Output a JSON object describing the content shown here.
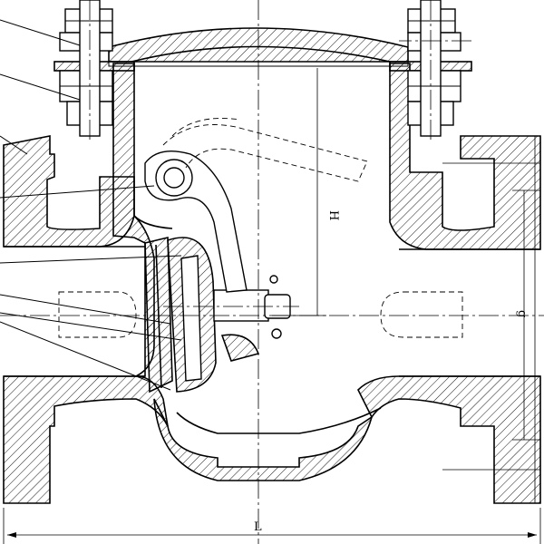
{
  "labels": {
    "length": "L",
    "height": "H",
    "diameter": "g"
  },
  "colors": {
    "ink": "#000000",
    "background": "#ffffff"
  }
}
